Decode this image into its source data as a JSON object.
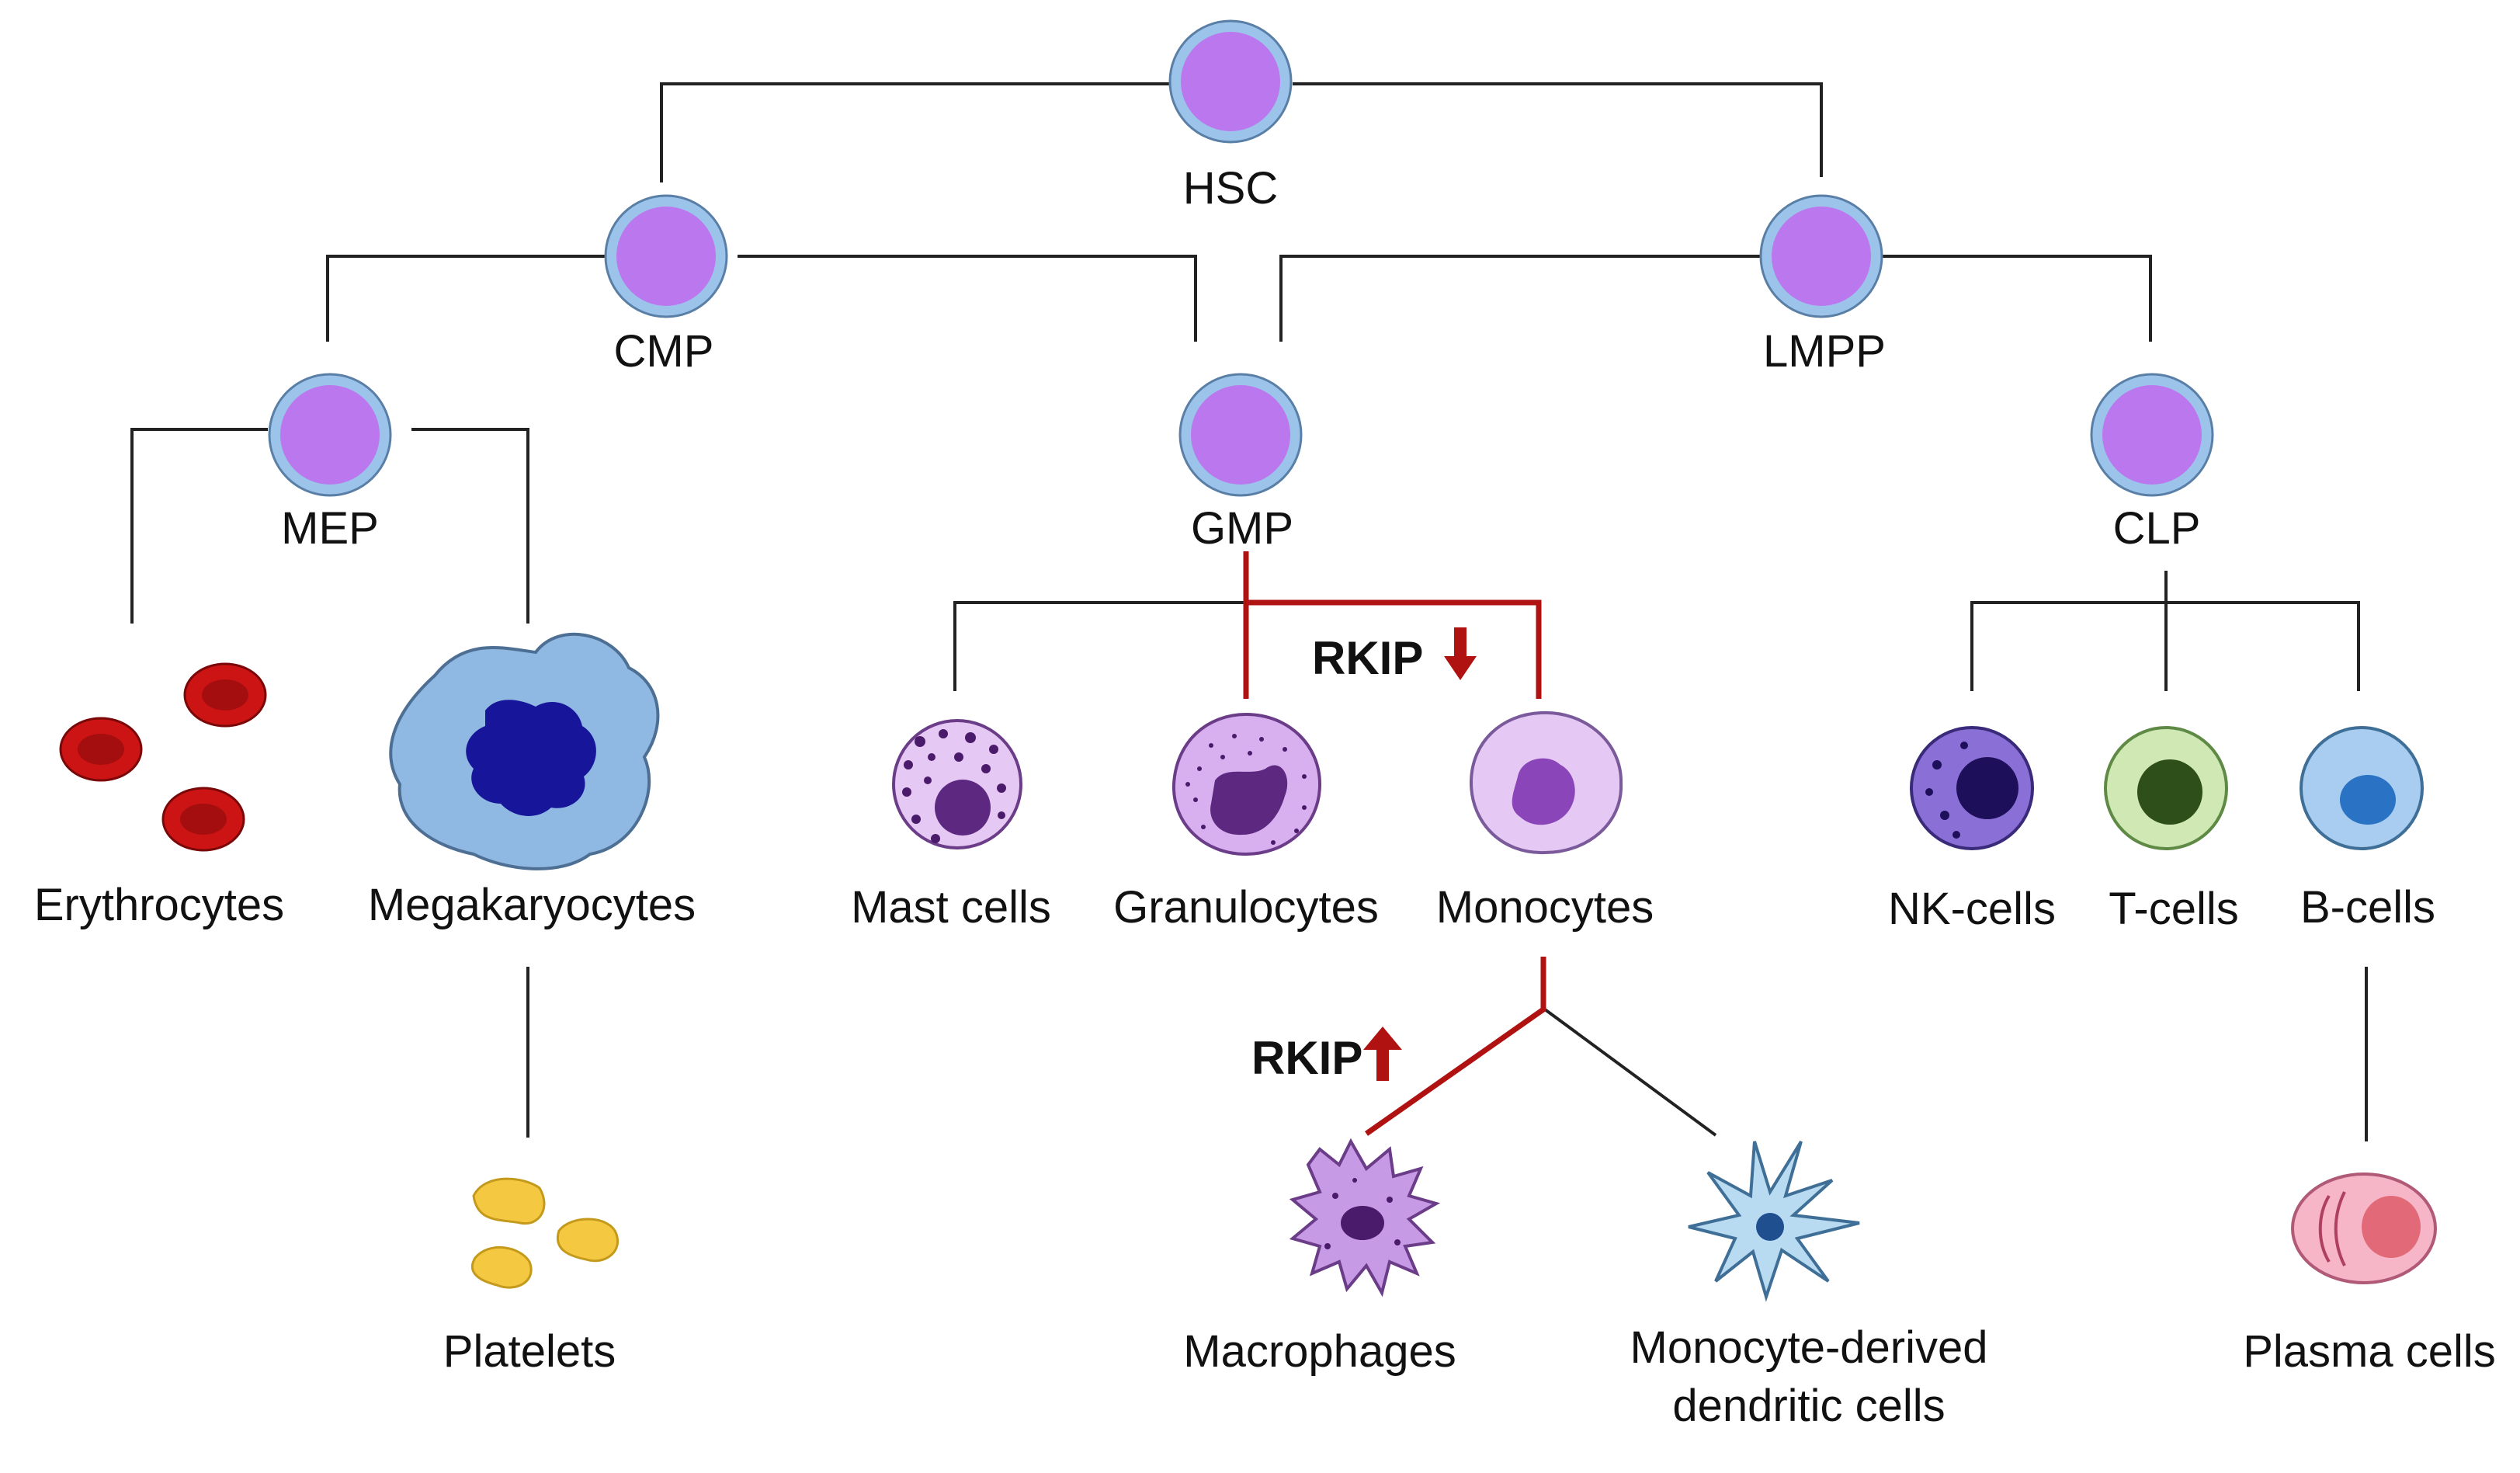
{
  "labels": {
    "hsc": "HSC",
    "cmp": "CMP",
    "lmpp": "LMPP",
    "mep": "MEP",
    "gmp": "GMP",
    "clp": "CLP",
    "erythrocytes": "Erythrocytes",
    "megakaryocytes": "Megakaryocytes",
    "platelets": "Platelets",
    "mast_cells": "Mast cells",
    "granulocytes": "Granulocytes",
    "monocytes": "Monocytes",
    "macrophages": "Macrophages",
    "modc_line1": "Monocyte-derived",
    "modc_line2": "dendritic cells",
    "nk_cells": "NK-cells",
    "t_cells": "T-cells",
    "b_cells": "B-cells",
    "plasma_cells": "Plasma cells"
  },
  "annotations": {
    "rkip_down": "RKIP",
    "rkip_up": "RKIP"
  },
  "colors": {
    "line": "#222222",
    "highlight": "#b01212",
    "stem_fill": "#bb77ee",
    "stem_ring": "#9cc4ea",
    "erythrocyte": "#cc1414",
    "megakaryocyte": "#8fb8e2",
    "megakaryocyte_nucleus": "#17169a",
    "platelet": "#f5c842",
    "granulocyte_family": "#e6c8f4",
    "granulocyte_nucleus": "#5c2880",
    "nk_cell": "#8a6fd6",
    "t_cell": "#cfe8b4",
    "b_cell": "#a8cdf0",
    "plasma_cell": "#f6b6c8"
  }
}
